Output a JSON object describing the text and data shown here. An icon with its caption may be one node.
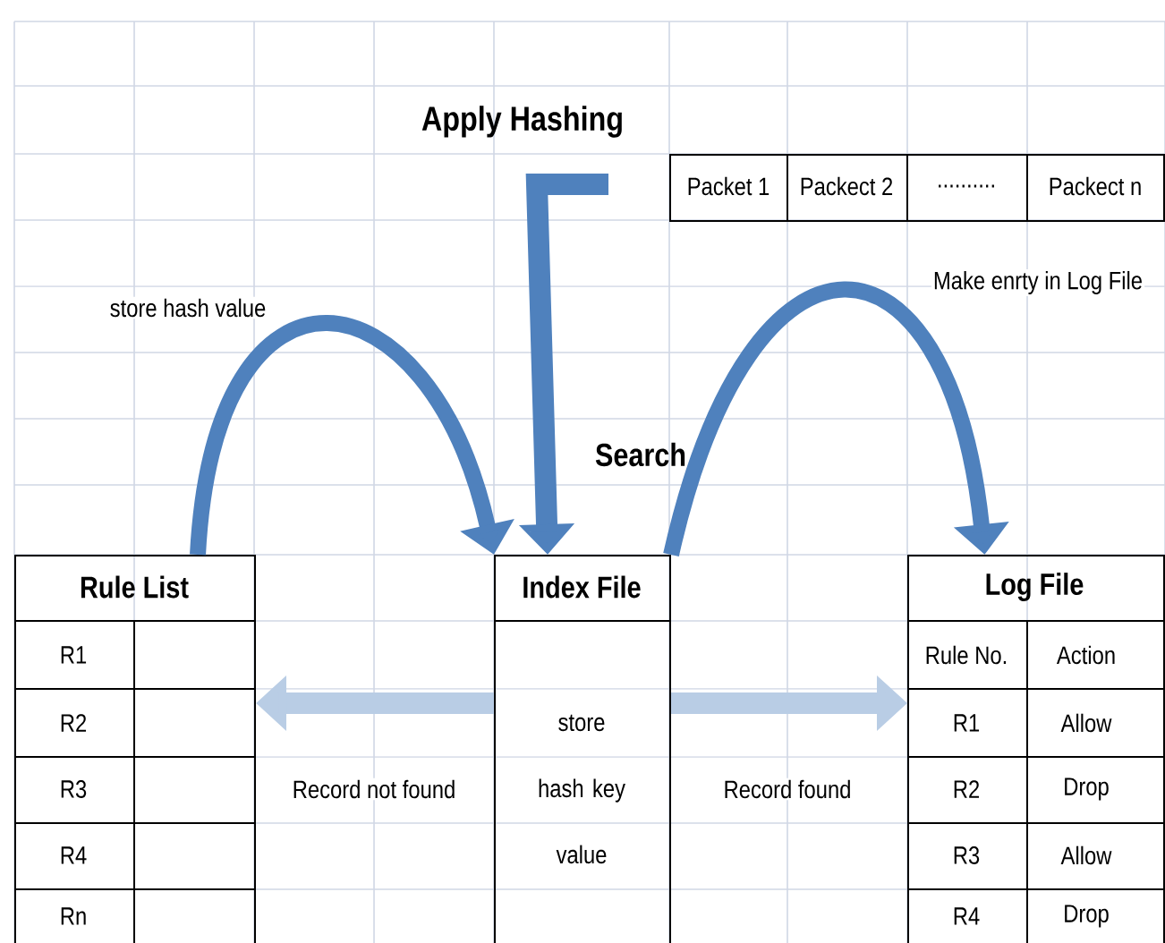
{
  "diagram": {
    "nodes": [
      {
        "text": [
          "Packet 1",
          "Packect 2",
          "..........",
          "Packect n"
        ]
      },
      {
        "text": [
          "Rule List",
          "R1",
          "R2",
          "R3",
          "R4",
          "Rn"
        ]
      },
      {
        "text": [
          "Index File",
          "store hash key value"
        ]
      },
      {
        "text": [
          "Log File",
          "Rule No.",
          "Action",
          "R1",
          "Allow",
          "R2",
          "Drop",
          "R3",
          "Allow",
          "R4",
          "Drop"
        ]
      }
    ],
    "edges": [
      {
        "from": null,
        "to": 2,
        "arrow": "to"
      },
      {
        "from": 1,
        "to": 2,
        "arrow": "to",
        "label": "store hash value"
      },
      {
        "from": 2,
        "to": 3,
        "arrow": "to",
        "label": "Make enrty in Log File"
      },
      {
        "from": 2,
        "to": 1,
        "arrow": "to",
        "label": "Record not found",
        "color": "#b9cde5"
      },
      {
        "from": 2,
        "to": 3,
        "arrow": "to",
        "label": "Record found",
        "color": "#b9cde5"
      }
    ],
    "labels": [
      "Apply Hashing",
      "Search"
    ]
  }
}
